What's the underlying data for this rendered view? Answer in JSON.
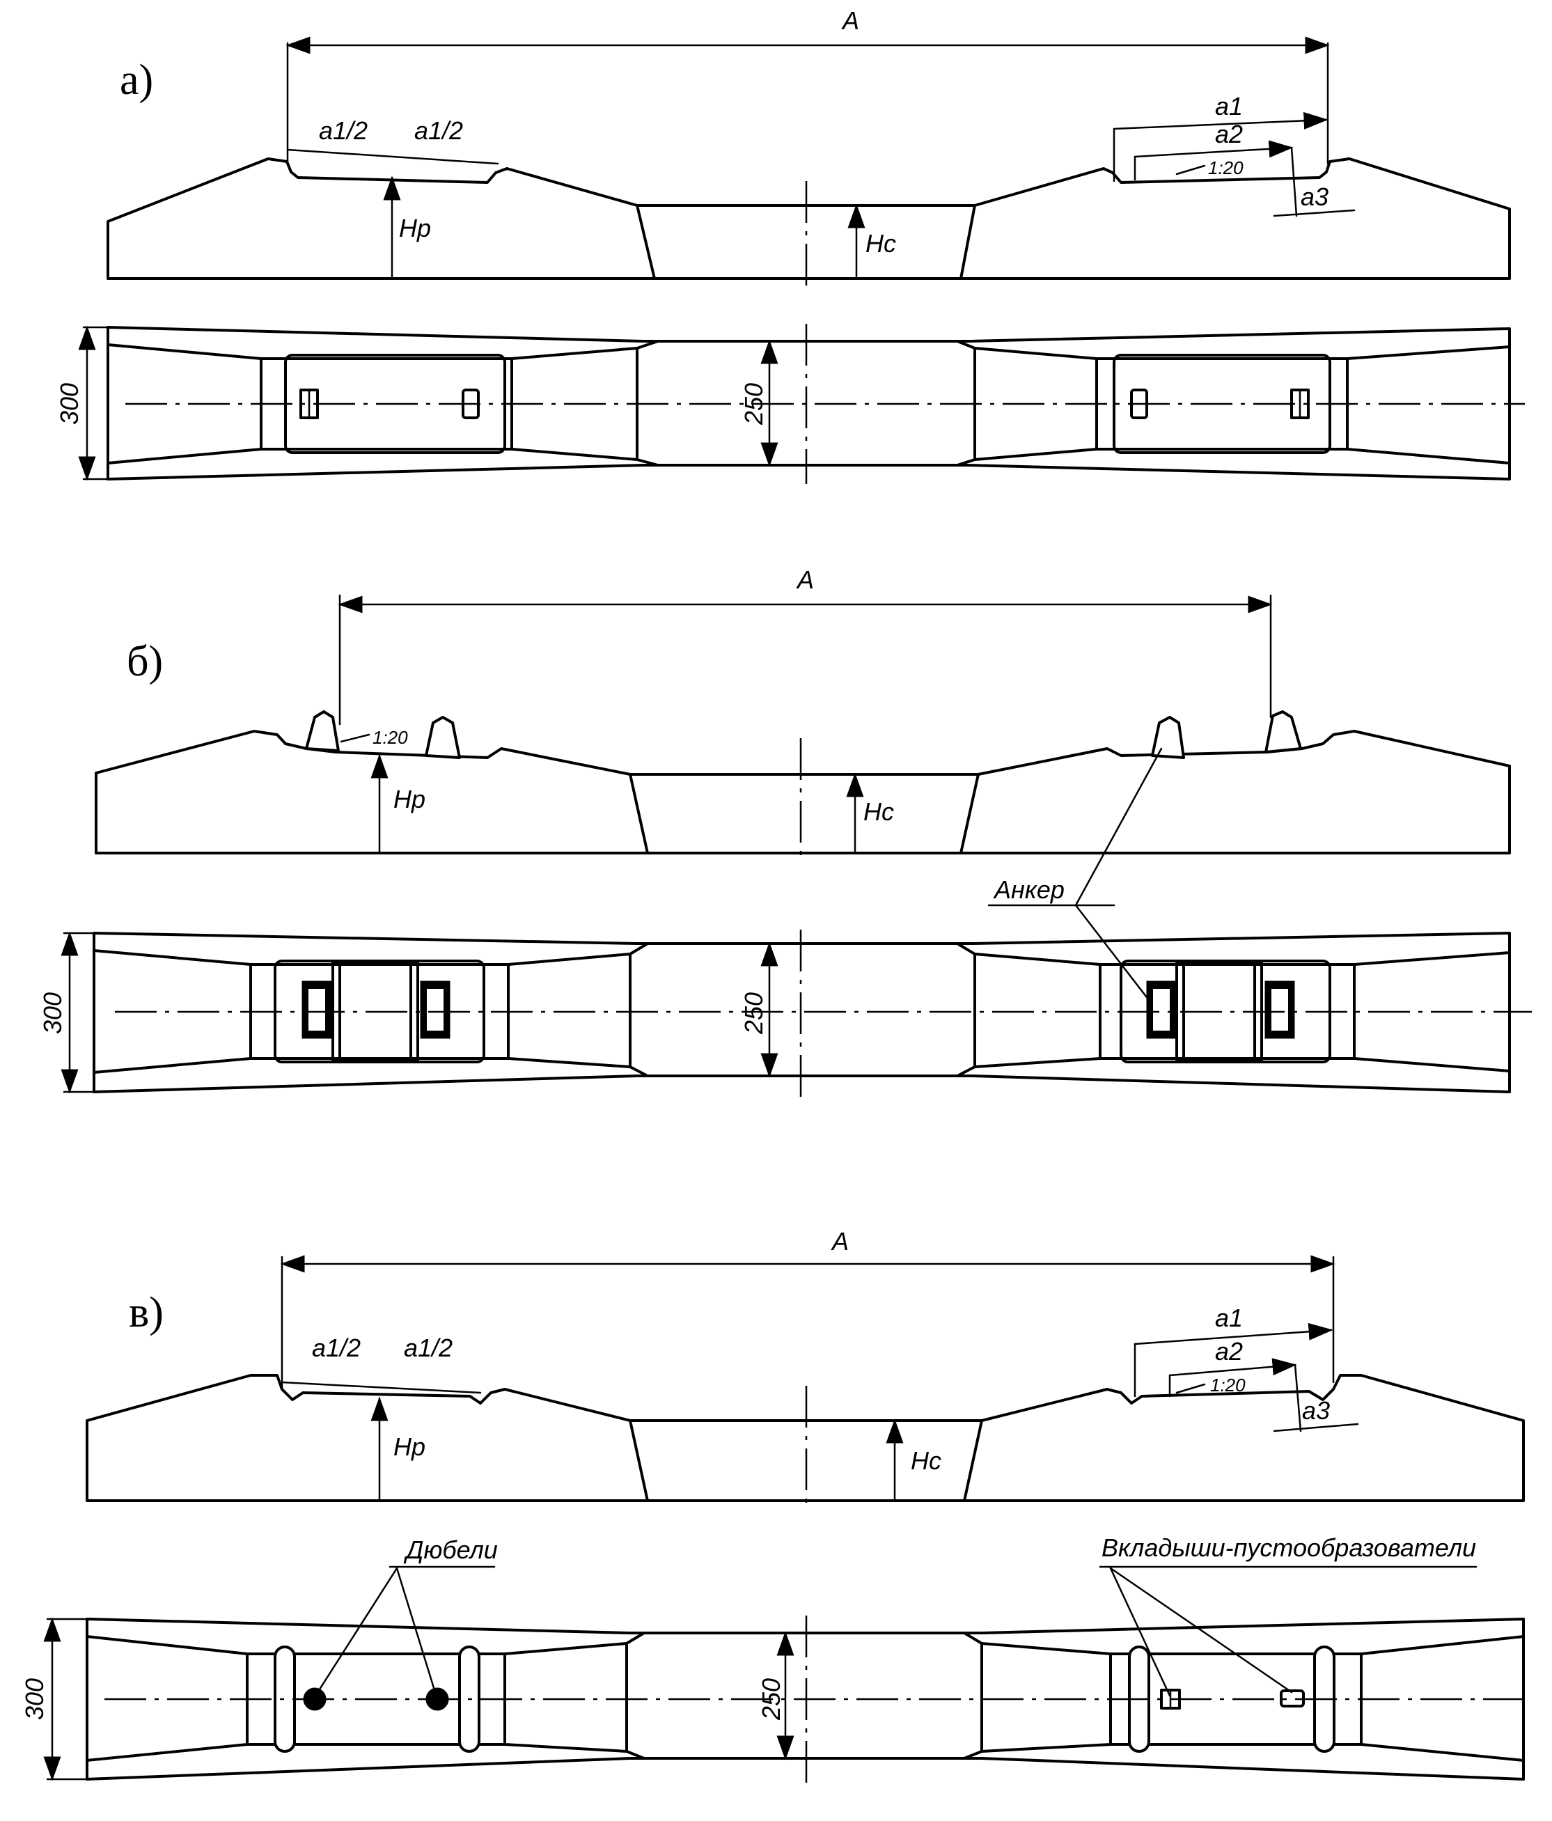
{
  "panels": {
    "a": {
      "label": "а)",
      "dim_A": "A",
      "dim_half_left": "a1/2",
      "dim_half_right": "a1/2",
      "dim_a1": "a1",
      "dim_a2": "a2",
      "dim_a3": "a3",
      "slope": "1:20",
      "hp": "Hp",
      "hc": "Hc",
      "width_300": "300",
      "width_250": "250"
    },
    "b": {
      "label": "б)",
      "dim_A": "A",
      "slope": "1:20",
      "hp": "Hp",
      "hc": "Hc",
      "anchor": "Анкер",
      "width_300": "300",
      "width_250": "250"
    },
    "v": {
      "label": "в)",
      "dim_A": "A",
      "dim_half_left": "a1/2",
      "dim_half_right": "a1/2",
      "dim_a1": "a1",
      "dim_a2": "a2",
      "dim_a3": "a3",
      "slope": "1:20",
      "hp": "Hp",
      "hc": "Hc",
      "dowels": "Дюбели",
      "inserts": "Вкладыши-пустообразователи",
      "width_300": "300",
      "width_250": "250"
    }
  }
}
